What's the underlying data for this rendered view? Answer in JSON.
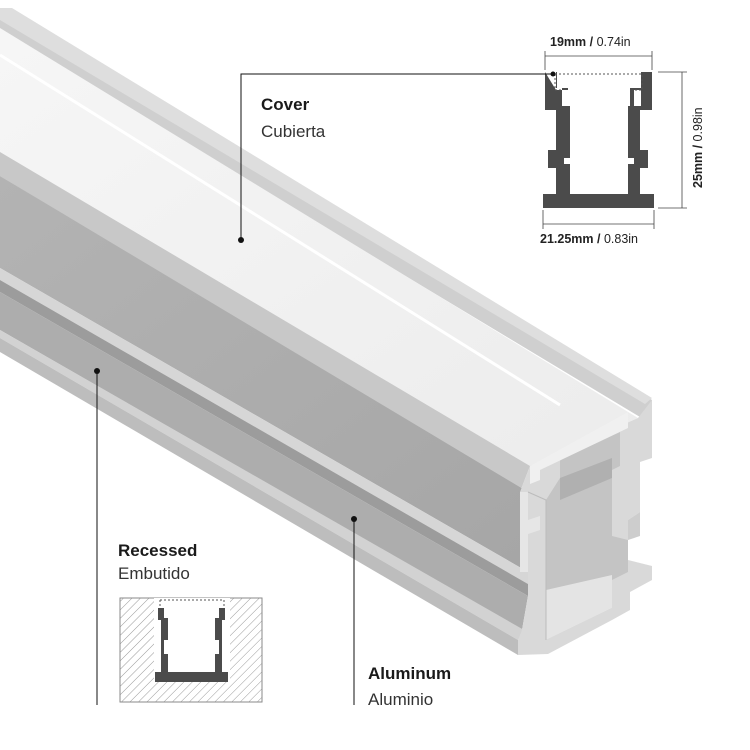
{
  "labels": {
    "cover": {
      "en": "Cover",
      "es": "Cubierta"
    },
    "recessed": {
      "en": "Recessed",
      "es": "Embutido"
    },
    "aluminum": {
      "en": "Aluminum",
      "es": "Aluminio"
    }
  },
  "dimensions": {
    "top_width": {
      "metric": "19mm",
      "sep": " / ",
      "imperial": "0.74in"
    },
    "bottom_width": {
      "metric": "21.25mm",
      "sep": " / ",
      "imperial": "0.83in"
    },
    "height": {
      "metric": "25mm",
      "sep": " / ",
      "imperial": "0.98in"
    }
  },
  "colors": {
    "profile_dark": "#4a4a4a",
    "aluminum_side": "#a9a9a9",
    "aluminum_light": "#d4d4d4",
    "cover_diffuser": "#f1f1f1",
    "leader_line": "#111111"
  }
}
